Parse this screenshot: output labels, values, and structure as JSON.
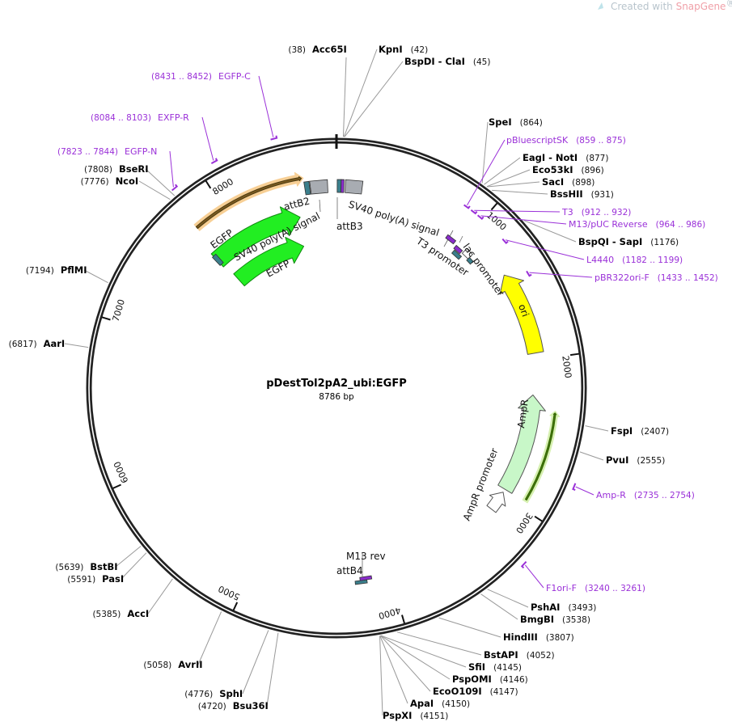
{
  "watermark": {
    "prefix": "Created with ",
    "brand": "SnapGene",
    "suffix": "®"
  },
  "plasmid": {
    "name": "pDestTol2pA2_ubi:EGFP",
    "length_label": "8786 bp",
    "length": 8786
  },
  "ticks": [
    "1000",
    "2000",
    "3000",
    "4000",
    "5000",
    "6000",
    "7000",
    "8000"
  ],
  "enzymes": [
    {
      "name": "Acc65I",
      "pos": "(38)",
      "bp": 38
    },
    {
      "name": "KpnI",
      "pos": "(42)",
      "bp": 42
    },
    {
      "name": "BspDI  -  ClaI",
      "pos": "(45)",
      "bp": 45
    },
    {
      "name": "SpeI",
      "pos": "(864)",
      "bp": 864
    },
    {
      "name": "EagI  -  NotI",
      "pos": "(877)",
      "bp": 877
    },
    {
      "name": "Eco53kI",
      "pos": "(896)",
      "bp": 896
    },
    {
      "name": "SacI",
      "pos": "(898)",
      "bp": 898
    },
    {
      "name": "BssHII",
      "pos": "(931)",
      "bp": 931
    },
    {
      "name": "BspQI  -  SapI",
      "pos": "(1176)",
      "bp": 1176
    },
    {
      "name": "FspI",
      "pos": "(2407)",
      "bp": 2407
    },
    {
      "name": "PvuI",
      "pos": "(2555)",
      "bp": 2555
    },
    {
      "name": "PshAI",
      "pos": "(3493)",
      "bp": 3493
    },
    {
      "name": "BmgBI",
      "pos": "(3538)",
      "bp": 3538
    },
    {
      "name": "HindIII",
      "pos": "(3807)",
      "bp": 3807
    },
    {
      "name": "BstAPI",
      "pos": "(4052)",
      "bp": 4052
    },
    {
      "name": "SfiI",
      "pos": "(4145)",
      "bp": 4145
    },
    {
      "name": "PspOMI",
      "pos": "(4146)",
      "bp": 4146
    },
    {
      "name": "EcoO109I",
      "pos": "(4147)",
      "bp": 4147
    },
    {
      "name": "ApaI",
      "pos": "(4150)",
      "bp": 4150
    },
    {
      "name": "PspXI",
      "pos": "(4151)",
      "bp": 4151
    },
    {
      "name": "Bsu36I",
      "pos": "(4720)",
      "bp": 4720
    },
    {
      "name": "SphI",
      "pos": "(4776)",
      "bp": 4776
    },
    {
      "name": "AvrII",
      "pos": "(5058)",
      "bp": 5058
    },
    {
      "name": "AccI",
      "pos": "(5385)",
      "bp": 5385
    },
    {
      "name": "PasI",
      "pos": "(5591)",
      "bp": 5591
    },
    {
      "name": "BstBI",
      "pos": "(5639)",
      "bp": 5639
    },
    {
      "name": "AarI",
      "pos": "(6817)",
      "bp": 6817
    },
    {
      "name": "PflMI",
      "pos": "(7194)",
      "bp": 7194
    },
    {
      "name": "NcoI",
      "pos": "(7776)",
      "bp": 7776
    },
    {
      "name": "BseRI",
      "pos": "(7808)",
      "bp": 7808
    }
  ],
  "primers": [
    {
      "name": "pBluescriptSK",
      "range": "(859 .. 875)",
      "bp": 867
    },
    {
      "name": "T3",
      "range": "(912 .. 932)",
      "bp": 922
    },
    {
      "name": "M13/pUC Reverse",
      "range": "(964 .. 986)",
      "bp": 975
    },
    {
      "name": "L4440",
      "range": "(1182 .. 1199)",
      "bp": 1190
    },
    {
      "name": "pBR322ori-F",
      "range": "(1433 .. 1452)",
      "bp": 1442
    },
    {
      "name": "Amp-R",
      "range": "(2735 .. 2754)",
      "bp": 2744
    },
    {
      "name": "F1ori-F",
      "range": "(3240 .. 3261)",
      "bp": 3250
    },
    {
      "name": "EGFP-N",
      "range": "(7823 .. 7844)",
      "bp": 7833
    },
    {
      "name": "EXFP-R",
      "range": "(8084 .. 8103)",
      "bp": 8093
    },
    {
      "name": "EGFP-C",
      "range": "(8431 .. 8452)",
      "bp": 8441
    }
  ],
  "features": {
    "egfp_1": "EGFP",
    "sv40_left": "SV40 poly(A) signal",
    "egfp_2": "EGFP",
    "attB2": "attB2",
    "attB3": "attB3",
    "sv40_right": "SV40 poly(A) signal",
    "t3_promoter": "T3 promoter",
    "lac_promoter": "lac promoter",
    "ori": "ori",
    "ampR": "AmpR",
    "ampR_promoter": "AmpR promoter",
    "m13_rev": "M13 rev",
    "attB4": "attB4"
  },
  "colors": {
    "primer": "#9a30d8",
    "egfp": "#22ee22",
    "ori": "#ffff00",
    "ampR": "#c8f7c8",
    "attB": "#3b7f8c",
    "backbone": "#222222"
  }
}
